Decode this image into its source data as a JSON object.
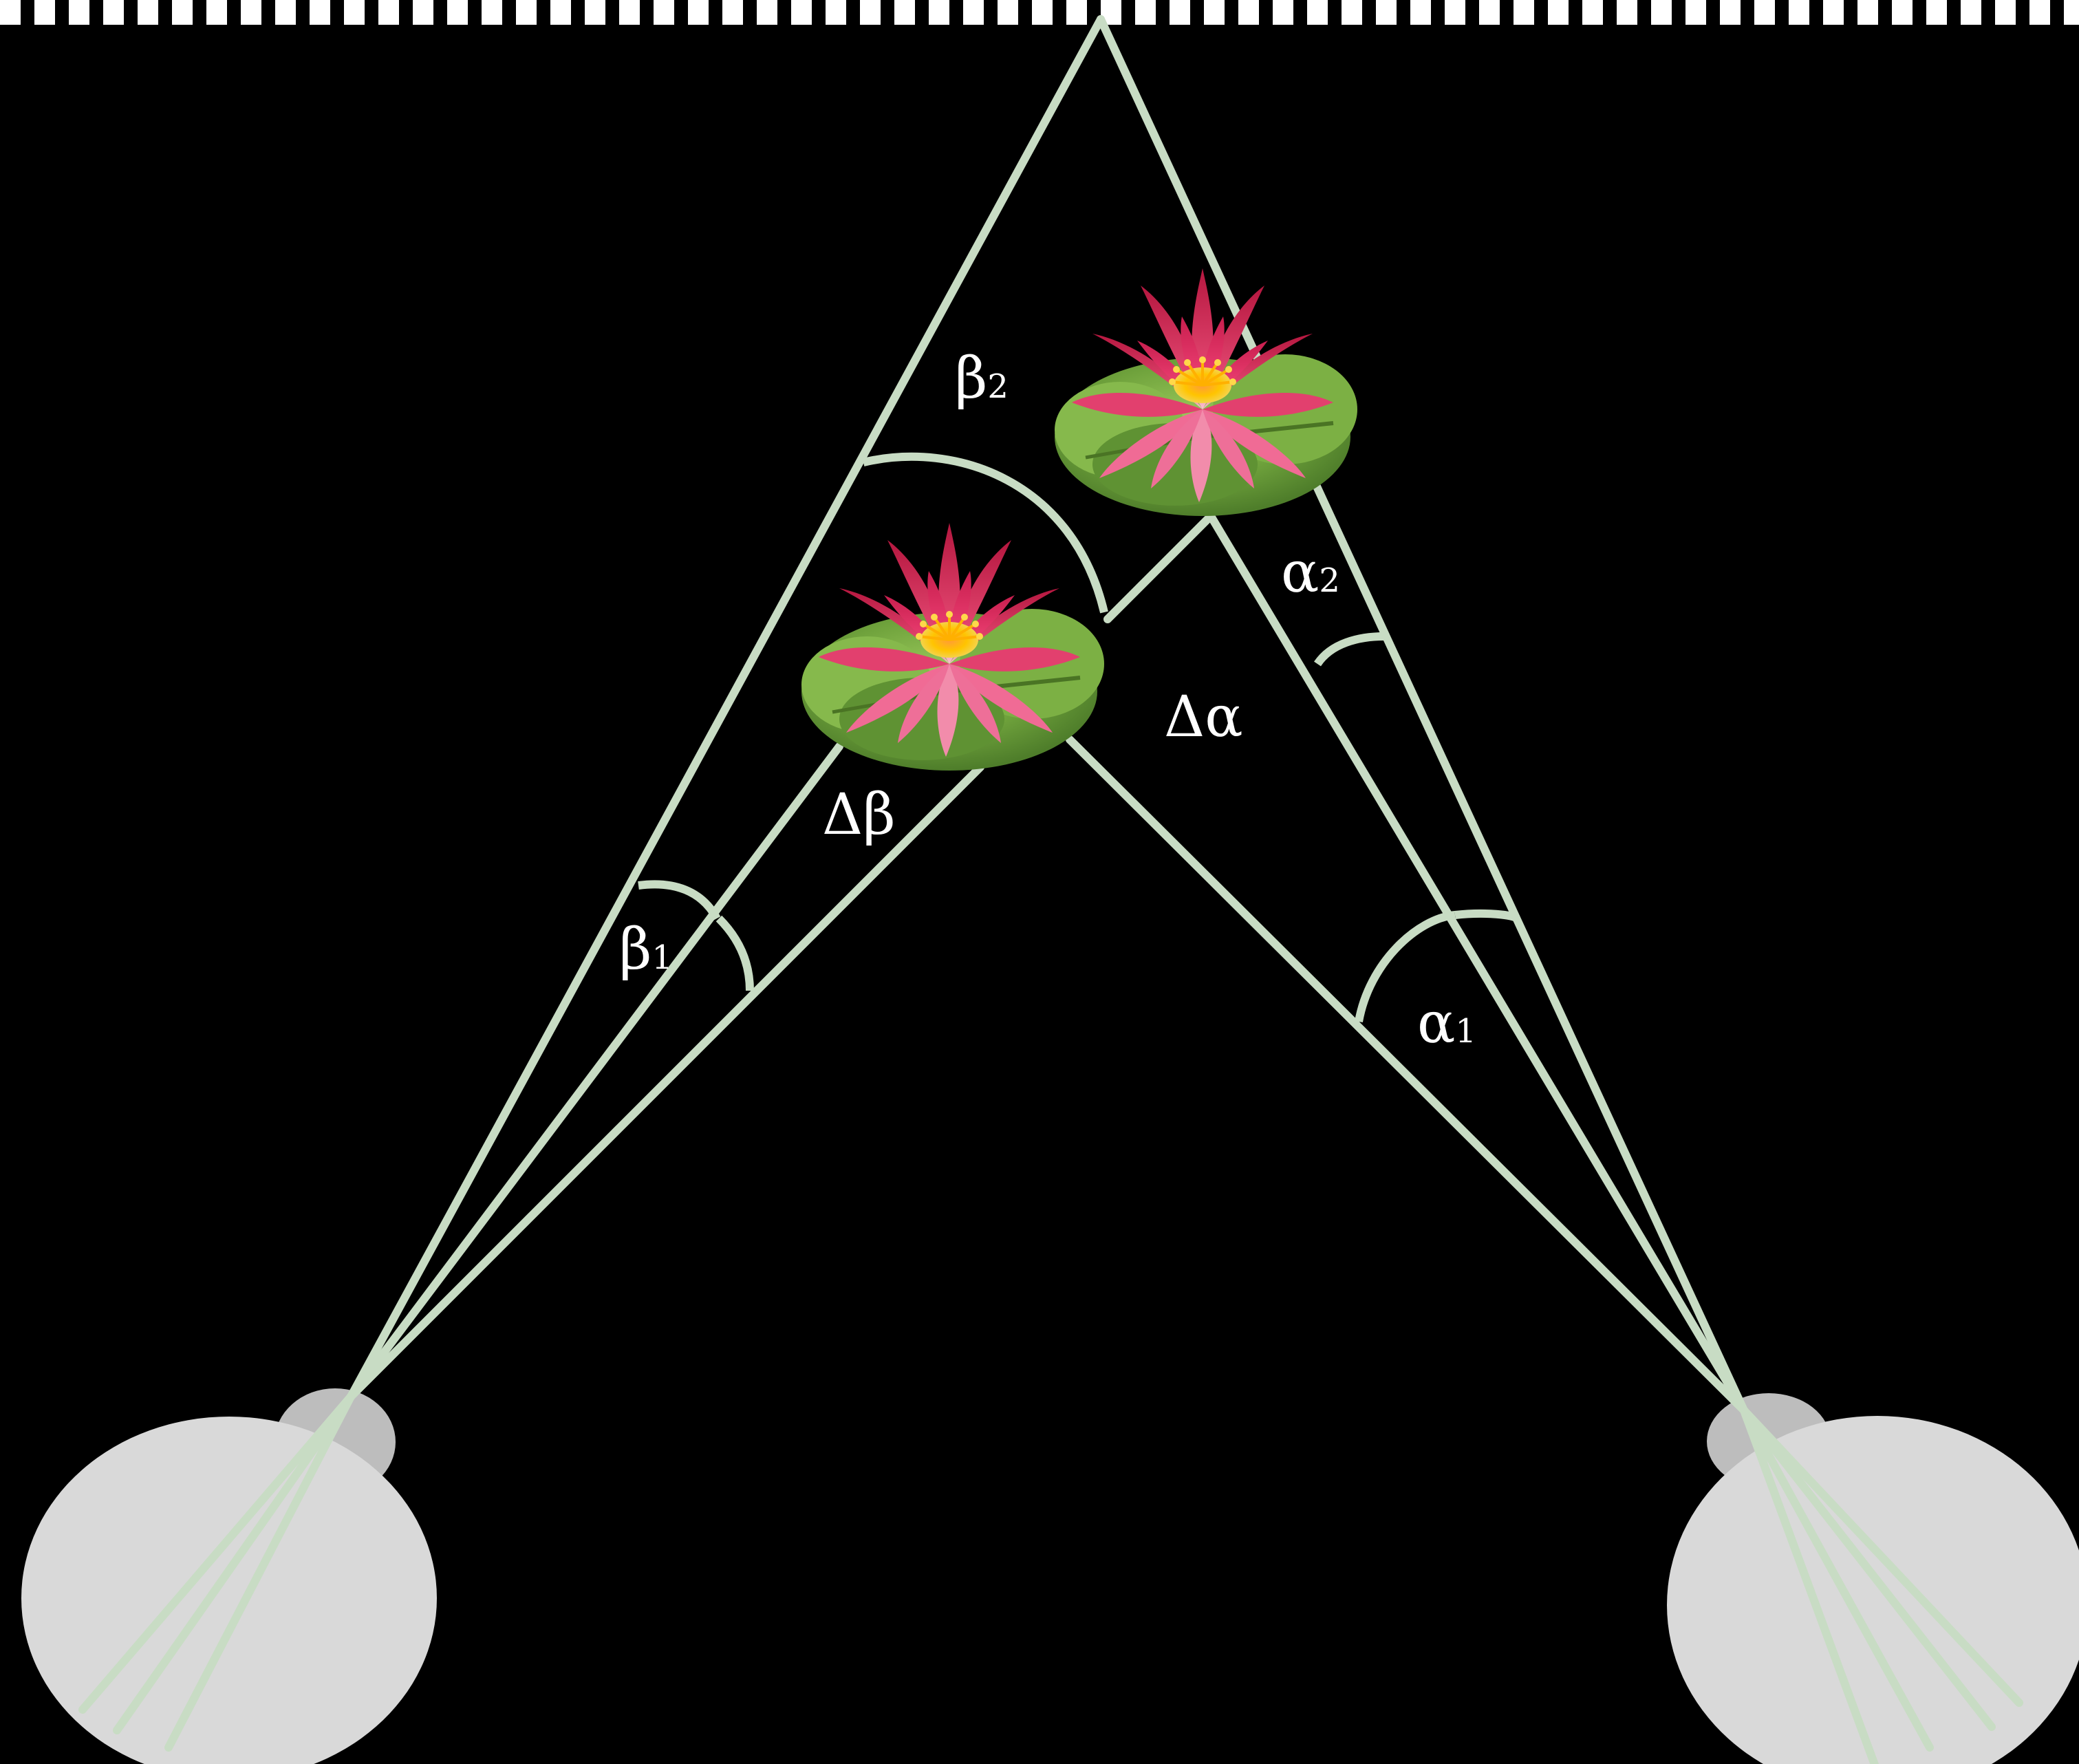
{
  "colors": {
    "background": "#000000",
    "sight_line": "#c8dcc4",
    "dashed_border": "#ffffff",
    "eye_white": "#d9d9d9",
    "eye_cornea": "#bebebe",
    "petal": "#e02f63",
    "petal_light": "#f07aa0",
    "stamen": "#ffc000",
    "pad": "#6fa23c",
    "pad_light": "#8cc050",
    "label": "#ffffff"
  },
  "icons": {
    "left_eye": "eye-icon",
    "right_eye": "eye-icon",
    "near_lotus": "water-lily-icon",
    "far_lotus": "water-lily-icon"
  },
  "labels": {
    "beta2": {
      "main": "β",
      "sub": "2"
    },
    "alpha2": {
      "main": "α",
      "sub": "2"
    },
    "delta_alpha": {
      "main": "Δα",
      "sub": ""
    },
    "delta_beta": {
      "main": "Δβ",
      "sub": ""
    },
    "beta1": {
      "main": "β",
      "sub": "1"
    },
    "alpha1": {
      "main": "α",
      "sub": "1"
    }
  }
}
